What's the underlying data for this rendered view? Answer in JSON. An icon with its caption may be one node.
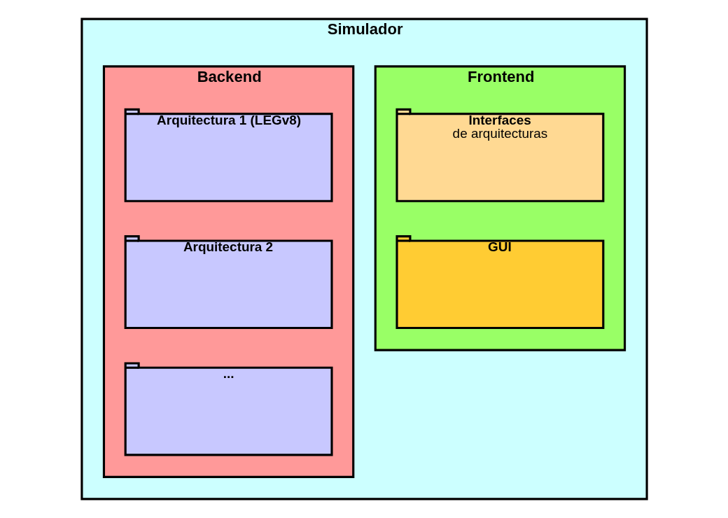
{
  "diagram": {
    "nodes": [
      {
        "text": [
          "Simulador"
        ]
      },
      {
        "text": [
          "Frontend"
        ],
        "in": 0
      },
      {
        "text": [
          "Interfaces",
          "de arquitecturas"
        ],
        "in": 1
      },
      {
        "text": [
          "GUI"
        ],
        "in": 1
      },
      {
        "text": [
          "Backend"
        ],
        "in": 0
      },
      {
        "text": [
          "Arquitectura 1 (LEGv8)"
        ],
        "in": 4
      },
      {
        "text": [
          "Arquitectura 2"
        ],
        "in": 4
      },
      {
        "text": [
          "..."
        ],
        "in": 4
      }
    ]
  }
}
